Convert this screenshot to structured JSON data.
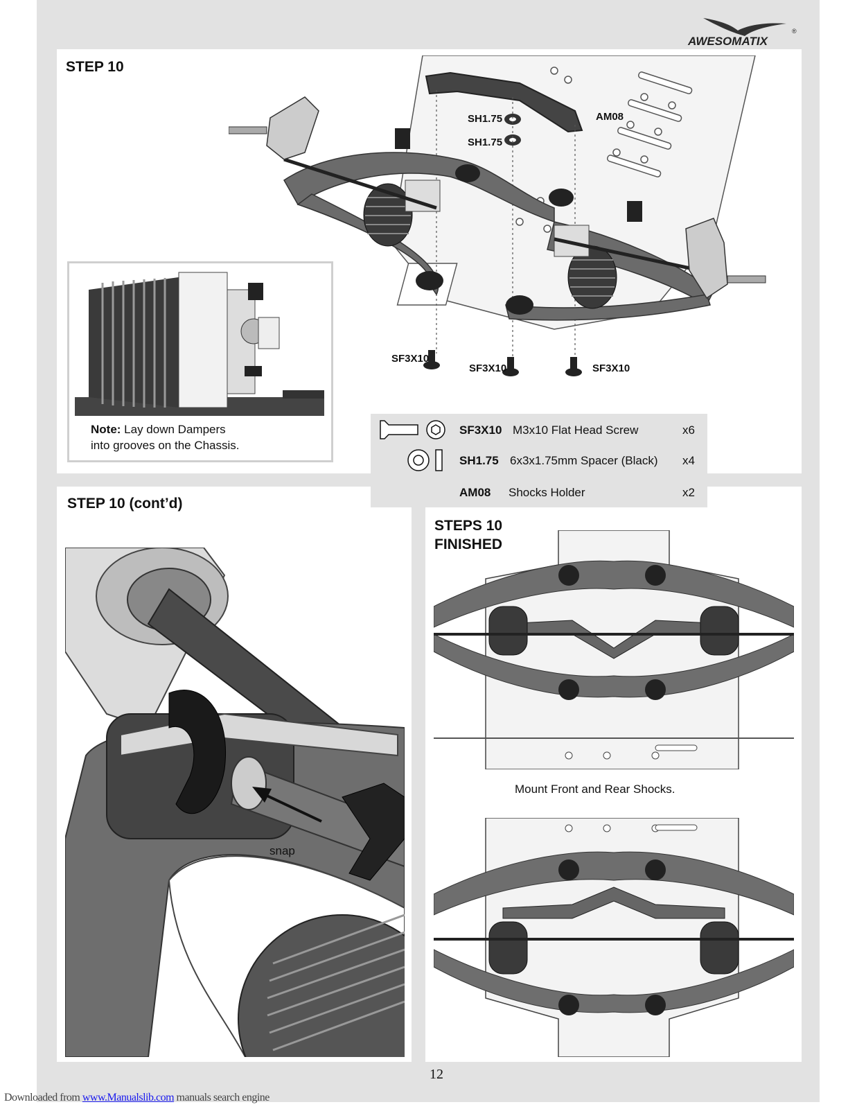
{
  "brand": "AWESOMATIX",
  "step10": {
    "title": "STEP 10",
    "labels": {
      "sh1": "SH1.75",
      "sh2": "SH1.75",
      "am08": "AM08",
      "sf1": "SF3X10",
      "sf2": "SF3X10",
      "sf3": "SF3X10"
    },
    "note_bold": "Note:",
    "note_line1": " Lay down Dampers",
    "note_line2": "into grooves on the Chassis."
  },
  "parts": [
    {
      "code": "SF3X10",
      "desc": "M3x10 Flat Head Screw",
      "qty": "x6"
    },
    {
      "code": "SH1.75",
      "desc": "6x3x1.75mm Spacer (Black)",
      "qty": "x4"
    },
    {
      "code": "AM08",
      "desc": "Shocks Holder",
      "qty": "x2"
    }
  ],
  "step10_contd": {
    "title": "STEP 10 (cont’d)",
    "snap_label": "snap"
  },
  "finished": {
    "title_line1": "STEPS 10",
    "title_line2": "FINISHED",
    "caption": "Mount  Front and Rear Shocks."
  },
  "page_number": "12",
  "footer": {
    "prefix": "Downloaded from ",
    "link": "www.Manualslib.com",
    "suffix": " manuals search engine"
  }
}
